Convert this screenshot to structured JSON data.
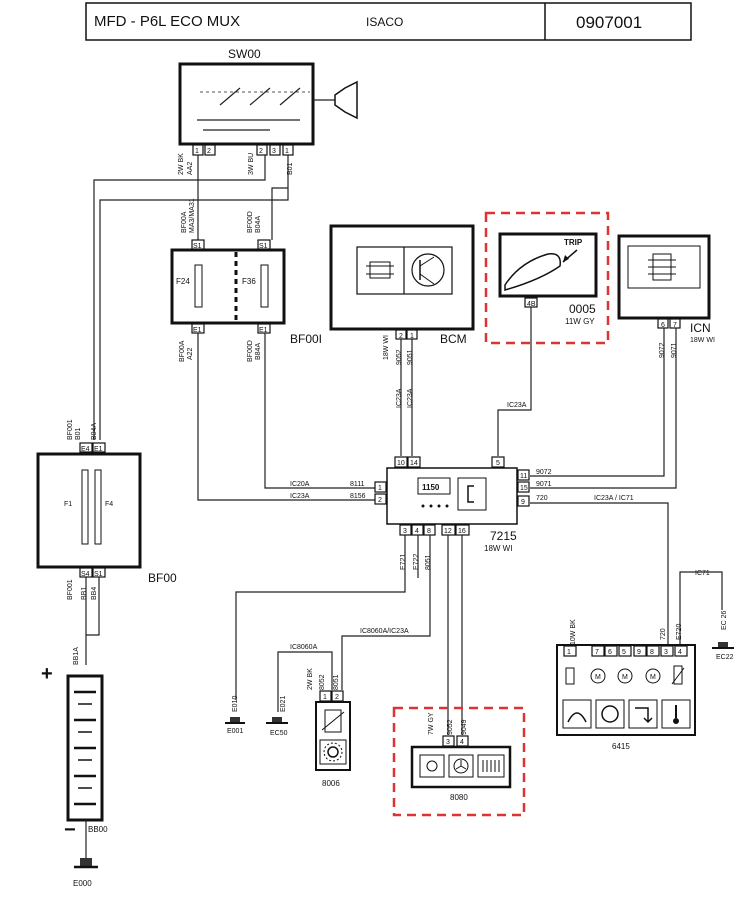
{
  "header": {
    "model": "MFD - P6L ECO MUX",
    "company": "ISACO",
    "code": "0907001"
  },
  "components": {
    "sw00": "SW00",
    "bf00i": "BF00I",
    "bcm": "BCM",
    "trip_unit": "0005",
    "trip_unit_pin": "11W GY",
    "trip_label": "TRIP",
    "icn": "ICN",
    "icn_pin": "18W WI",
    "bf00": "BF00",
    "f24": "F24",
    "f36": "F36",
    "f1": "F1",
    "f4": "F4",
    "ecu": "7215",
    "ecu_pin": "18W WI",
    "ecu_display": "1150",
    "m6415": "6415",
    "m8006": "8006",
    "m8080": "8080",
    "battery": "BB00",
    "plus": "+",
    "minus": "−"
  },
  "grounds": [
    "E000",
    "E001",
    "EC50",
    "EC22"
  ],
  "connector_codes": {
    "sw_left": "2W BK",
    "sw_right": "3W BU",
    "aa2": "AA2",
    "b01": "B01",
    "bf0a": "BF00A",
    "ma": "MA3/MA31",
    "bf0d": "BF00D",
    "b04a": "B04A",
    "bf0a2": "BF00A",
    "a22": "A22",
    "bf0d2": "BF00D",
    "b84a": "B84A",
    "bcm_18w": "18W WI",
    "w9052": "9052",
    "w9051": "9051",
    "ic23a": "IC23A",
    "ic23a2": "IC23A",
    "ic23a3": "IC23A",
    "ic20a": "IC20A",
    "w8111": "8111",
    "w8156": "8156",
    "w9072": "9072",
    "w9071": "9071",
    "w720": "720",
    "ic23a_ic71": "IC23A / IC71",
    "bf001": "BF001",
    "b01b": "B01",
    "b04b": "B04A",
    "bf001b": "BF001",
    "bb1": "BB1",
    "bb4": "BB4",
    "bb1a": "BB1A",
    "e721": "E721",
    "e722": "E722",
    "w8051": "8051",
    "ic8060a": "IC8060A",
    "ic8060a_ic23a": "IC8060A/IC23A",
    "e010": "E010",
    "e021": "E021",
    "w2bk": "2W BK",
    "w8052": "8052",
    "w8051b": "8051",
    "w7gy": "7W GY",
    "w9052b": "9052",
    "w9049": "9049",
    "w10bk": "10W BK",
    "e720": "E720",
    "w720b": "720",
    "ic71": "IC71",
    "ec26": "EC 26"
  },
  "pins": {
    "sw": [
      "1",
      "2",
      "2",
      "3",
      "1"
    ],
    "bf_top": [
      "S1",
      "S1"
    ],
    "bf_bot": [
      "E1",
      "E1"
    ],
    "bcm": [
      "2",
      "1"
    ],
    "trip": "4B",
    "icn": [
      "6",
      "7"
    ],
    "ecu_left": [
      "1",
      "2"
    ],
    "ecu_top": [
      "10",
      "14",
      "5"
    ],
    "ecu_right": [
      "11",
      "15",
      "9"
    ],
    "ecu_bottom": [
      "3",
      "4",
      "8",
      "12",
      "16"
    ],
    "bf00_top": [
      "E4",
      "E1"
    ],
    "bf00_bot": [
      "S4",
      "S1"
    ],
    "m8006": [
      "1",
      "2"
    ],
    "m8080": [
      "3",
      "4"
    ],
    "m6415": [
      "1",
      "7",
      "6",
      "5",
      "9",
      "8",
      "3",
      "4"
    ]
  }
}
